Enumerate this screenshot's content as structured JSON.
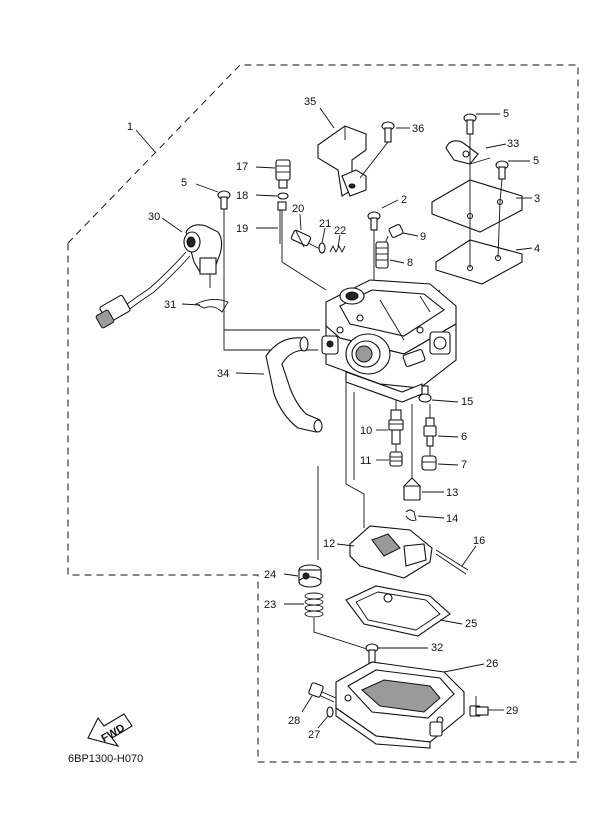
{
  "diagram": {
    "drawing_code": "6BP1300-H070",
    "direction_label": "FWD",
    "callouts": {
      "c1": "1",
      "c2": "2",
      "c3": "3",
      "c4": "4",
      "c5a": "5",
      "c5b": "5",
      "c5c": "5",
      "c6": "6",
      "c7": "7",
      "c8": "8",
      "c9": "9",
      "c10": "10",
      "c11": "11",
      "c12": "12",
      "c13": "13",
      "c14": "14",
      "c15": "15",
      "c16": "16",
      "c17": "17",
      "c18": "18",
      "c19": "19",
      "c20": "20",
      "c21": "21",
      "c22": "22",
      "c23": "23",
      "c24": "24",
      "c25": "25",
      "c26": "26",
      "c27": "27",
      "c28": "28",
      "c29": "29",
      "c30": "30",
      "c31": "31",
      "c32": "32",
      "c33": "33",
      "c34": "34",
      "c35": "35",
      "c36": "36"
    }
  }
}
